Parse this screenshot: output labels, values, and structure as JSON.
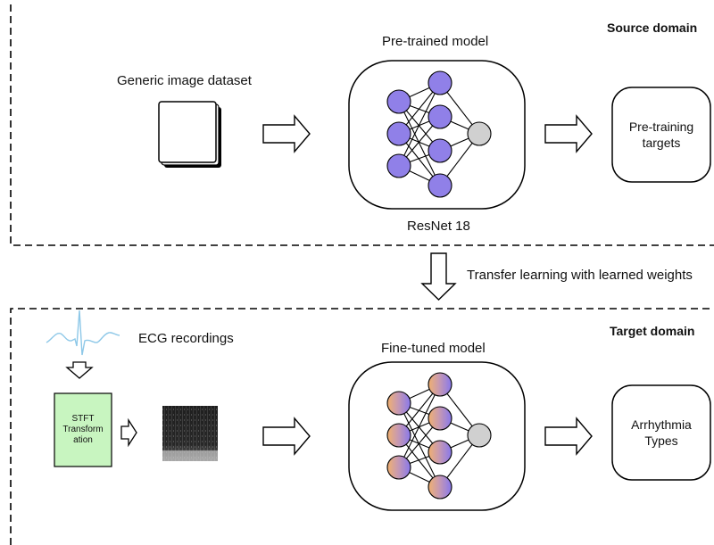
{
  "source": {
    "domain_label": "Source domain",
    "dataset_label": "Generic image dataset",
    "model_label": "Pre-trained model",
    "model_name": "ResNet 18",
    "target_line1": "Pre-training",
    "target_line2": "targets"
  },
  "transfer": {
    "label": "Transfer learning with learned weights"
  },
  "target": {
    "domain_label": "Target domain",
    "ecg_label": "ECG recordings",
    "stft_line1": "STFT",
    "stft_line2": "Transform",
    "stft_line3": "ation",
    "model_label": "Fine-tuned model",
    "target_line1": "Arrhythmia",
    "target_line2": "Types"
  },
  "colors": {
    "dashed_border": "#000000",
    "node_purple": "#9080e8",
    "node_orange": "#f0b070",
    "node_gray": "#d0d0d0",
    "stft_fill": "#c8f5c0",
    "ecg_line": "#8ec8e8"
  },
  "icons": [
    "dataset-stack-icon",
    "arrow-right-icon",
    "arrow-down-icon",
    "ecg-waveform-icon",
    "spectrogram-image",
    "neural-network-icon"
  ]
}
